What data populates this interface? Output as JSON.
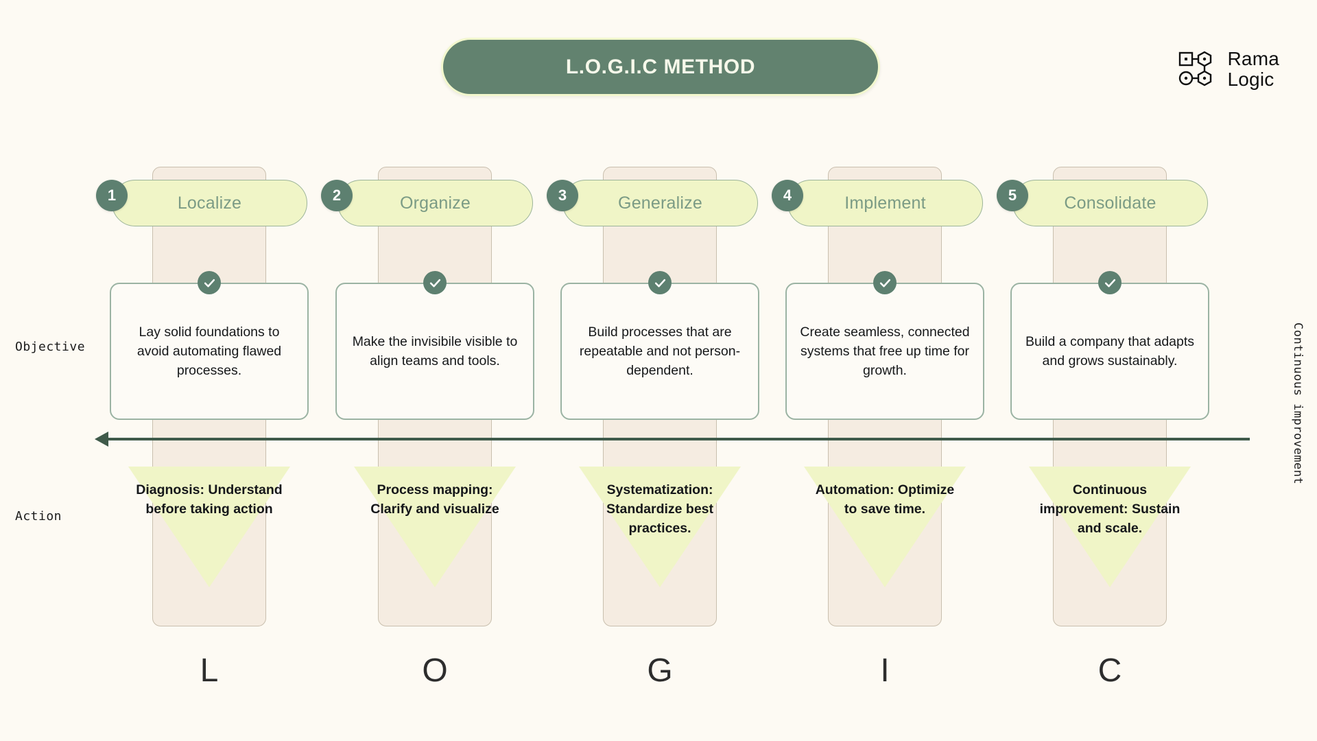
{
  "header": {
    "title": "L.O.G.I.C METHOD",
    "logo": {
      "line1": "Rama",
      "line2": "Logic",
      "mark_name": "node-graph-logo-icon"
    }
  },
  "row_labels": {
    "objective": "Objective",
    "action": "Action"
  },
  "axis": {
    "arrow_direction": "left",
    "vertical_caption": "Continuous improvement"
  },
  "colors": {
    "background": "#fdfaf3",
    "accent_green": "#5d8070",
    "pill_yellow": "#f0f5c7",
    "column_beige": "#f5ece1",
    "card_border": "#9bb3a3",
    "arrow": "#3f5a4a",
    "step_label_text": "#7b9b85"
  },
  "steps": [
    {
      "number": "1",
      "name": "Localize",
      "letter": "L",
      "objective": "Lay solid foundations to avoid automating flawed processes.",
      "action": "Diagnosis: Understand before taking action"
    },
    {
      "number": "2",
      "name": "Organize",
      "letter": "O",
      "objective": "Make the invisibile visible to align teams and tools.",
      "action": "Process mapping: Clarify and visualize"
    },
    {
      "number": "3",
      "name": "Generalize",
      "letter": "G",
      "objective": "Build processes that are repeatable and not person-dependent.",
      "action": "Systematization: Standardize best practices."
    },
    {
      "number": "4",
      "name": "Implement",
      "letter": "I",
      "objective": "Create seamless, connected systems that free up time for growth.",
      "action": "Automation: Optimize to save time."
    },
    {
      "number": "5",
      "name": "Consolidate",
      "letter": "C",
      "objective": "Build a company that adapts and grows sustainably.",
      "action": "Continuous improvement: Sustain and scale."
    }
  ]
}
